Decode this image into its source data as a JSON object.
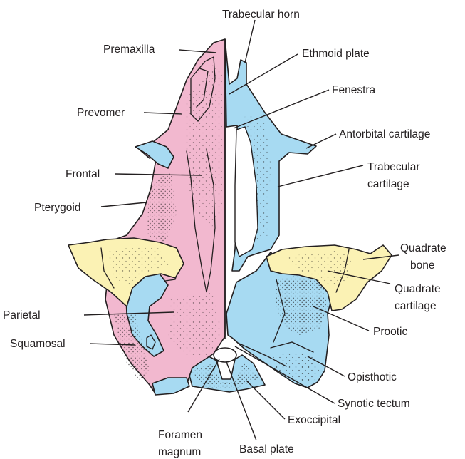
{
  "colors": {
    "bone_pink": "#f2b8cf",
    "cartilage_blue": "#a7daf2",
    "quadrate_yellow": "#fbf2b4",
    "outline": "#231f20",
    "background": "#ffffff"
  },
  "labels": {
    "trabecular_horn": "Trabecular horn",
    "premaxilla": "Premaxilla",
    "ethmoid_plate": "Ethmoid plate",
    "fenestra": "Fenestra",
    "prevomer": "Prevomer",
    "antorbital_cartilage": "Antorbital cartilage",
    "frontal": "Frontal",
    "trabecular_cartilage_1": "Trabecular",
    "trabecular_cartilage_2": "cartilage",
    "pterygoid": "Pterygoid",
    "quadrate_bone_1": "Quadrate",
    "quadrate_bone_2": "bone",
    "quadrate_cartilage_1": "Quadrate",
    "quadrate_cartilage_2": "cartilage",
    "parietal": "Parietal",
    "prootic": "Prootic",
    "squamosal": "Squamosal",
    "opisthotic": "Opisthotic",
    "synotic_tectum": "Synotic tectum",
    "exoccipital": "Exoccipital",
    "foramen_magnum_1": "Foramen",
    "foramen_magnum_2": "magnum",
    "basal_plate": "Basal plate"
  }
}
